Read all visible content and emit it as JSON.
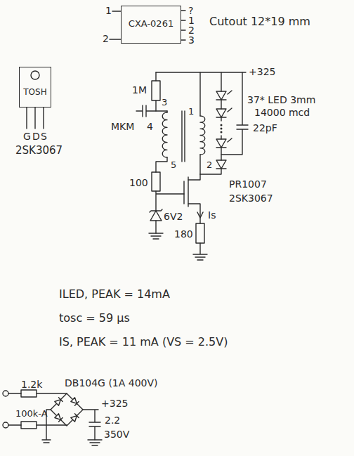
{
  "diagram": {
    "nodes": [
      {
        "text": [
          "CXA-0261"
        ]
      },
      {
        "text": [
          "TOSH"
        ]
      }
    ],
    "labels": [
      "1",
      "2",
      "?",
      "1",
      "2",
      "3",
      "Cutout 12*19 mm",
      "G",
      "D",
      "S",
      "2SK3067",
      "+325",
      "1M",
      "3",
      "MKM",
      "4",
      "5",
      "1",
      "2",
      "100",
      "6V2",
      "37* LED 3mm",
      "14000 mcd",
      "22pF",
      "PR1007",
      "2SK3067",
      "Is",
      "180",
      "ILED, PEAK = 14mA",
      "tosc = 59 µs",
      "IS, PEAK = 11 mA (VS = 2.5V)",
      "1.2k",
      "100k-A",
      "DB104G (1A 400V)",
      "+325",
      "2.2",
      "350V"
    ]
  }
}
